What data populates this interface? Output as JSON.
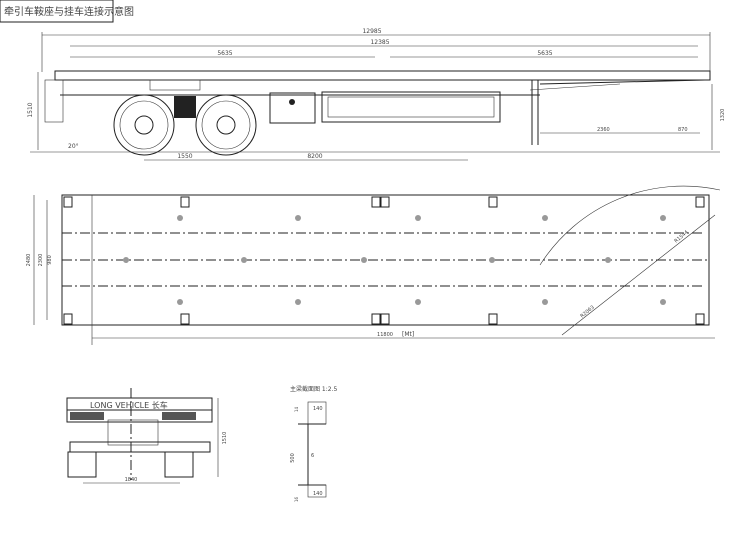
{
  "title_box": "牵引车鞍座与挂车连接示意图",
  "side_view": {
    "overall_length": "12985",
    "deck_length": "12385",
    "left_segment": "5635",
    "right_segment": "5635",
    "height": "1510",
    "axle_spacing": "1550",
    "kingpin_to_axle": "8200",
    "landing_gear_dim": "2360",
    "kingpin_dim": "870",
    "small_height": "1320",
    "angle": "20°"
  },
  "plan_view": {
    "width_overall": "2480",
    "width_inner": "2300",
    "width_track": "980",
    "length": "11800",
    "length_tag": "[Mt]",
    "radius_1": "R1544",
    "radius_2": "R2063"
  },
  "rear_view": {
    "logo_text": "LONG VEHICLE 长车",
    "height": "1510",
    "track": "1840"
  },
  "section": {
    "label": "主梁截面图 1:2.5",
    "flange_top": "140",
    "flange_bottom": "140",
    "web_height": "500",
    "web_thickness": "6",
    "flange_thk_top": "14",
    "flange_thk_bottom": "16"
  }
}
